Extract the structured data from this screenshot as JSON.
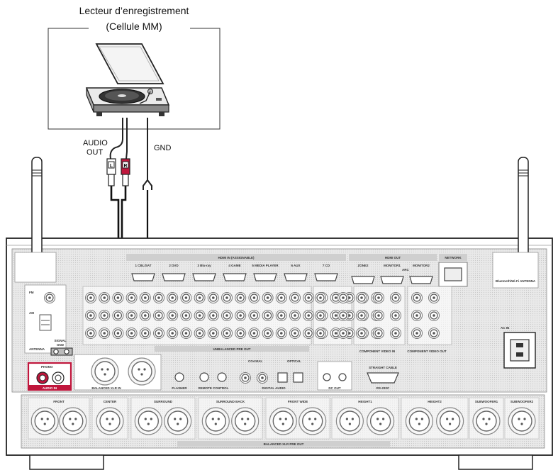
{
  "player": {
    "title": "Lecteur d’enregistrement",
    "subtitle": "(Cellule MM)"
  },
  "cables": {
    "audio_out_line1": "AUDIO",
    "audio_out_line2": "OUT",
    "gnd": "GND",
    "plug_left": "L",
    "plug_right": "R"
  },
  "receiver": {
    "hdmi_in_header": "HDMI IN (ASSIGNABLE)",
    "hdmi_out_header": "HDMI OUT",
    "network_header": "NETWORK",
    "hdmi_inputs": [
      "1 CBL/SAT",
      "2 DVD",
      "3 Blu-ray",
      "4 GAME",
      "5 MEDIA PLAYER",
      "6 AUX",
      "7 CD"
    ],
    "hdmi_outputs": [
      "ZONE2",
      "MONITOR1",
      "MONITOR2"
    ],
    "arc": "ARC",
    "bt_antenna": "Bluetooth/Wi-Fi ANTENNA",
    "antenna": "ANTENNA",
    "fm": "FM",
    "am": "AM",
    "signal_gnd_line1": "SIGNAL",
    "signal_gnd_line2": "GND",
    "phono": "PHONO",
    "audio_in": "AUDIO IN",
    "balanced_xlr_in": "BALANCED XLR IN",
    "flasher_in": "FLASHER",
    "remote_control": "REMOTE CONTROL",
    "digital_audio": "DIGITAL AUDIO",
    "coaxial": "COAXIAL",
    "optical": "OPTICAL",
    "dc_out": "DC OUT",
    "rs232c": "RS-232C",
    "straight_cable": "STRAIGHT CABLE",
    "ac_in": "AC IN",
    "unbalanced_pre_out": "UNBALANCED PRE OUT",
    "balanced_xlr_pre_out": "BALANCED XLR PRE OUT",
    "component_video_in": "COMPONENT VIDEO IN",
    "component_video_out": "COMPONENT VIDEO OUT",
    "pre_out_groups": [
      "FRONT",
      "CENTER",
      "SURROUND",
      "SURROUND BACK",
      "FRONT WIDE",
      "HEIGHT1",
      "HEIGHT2",
      "SUBWOOFER1",
      "SUBWOOFER2"
    ]
  }
}
